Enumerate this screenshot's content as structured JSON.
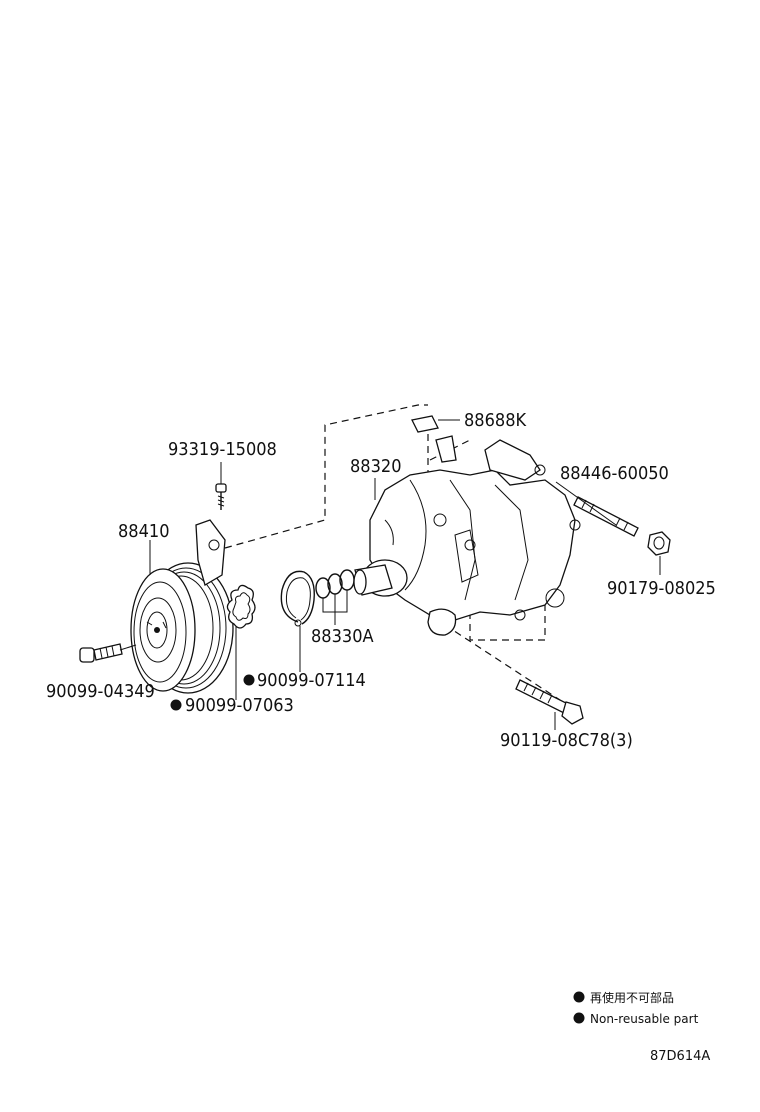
{
  "labels": {
    "p93319": "93319-15008",
    "p88410": "88410",
    "p90099_04349": "90099-04349",
    "p90099_07063": "90099-07063",
    "p90099_07114": "90099-07114",
    "p88330A": "88330A",
    "p88320": "88320",
    "p88688K": "88688K",
    "p88446": "88446-60050",
    "p90179": "90179-08025",
    "p90119": "90119-08C78(3)"
  },
  "legend": {
    "jp_text": "再使用不可部品",
    "en_text": "Non-reusable part"
  },
  "diagram_code": "87D614A",
  "colors": {
    "ink": "#111111",
    "background": "#ffffff"
  }
}
